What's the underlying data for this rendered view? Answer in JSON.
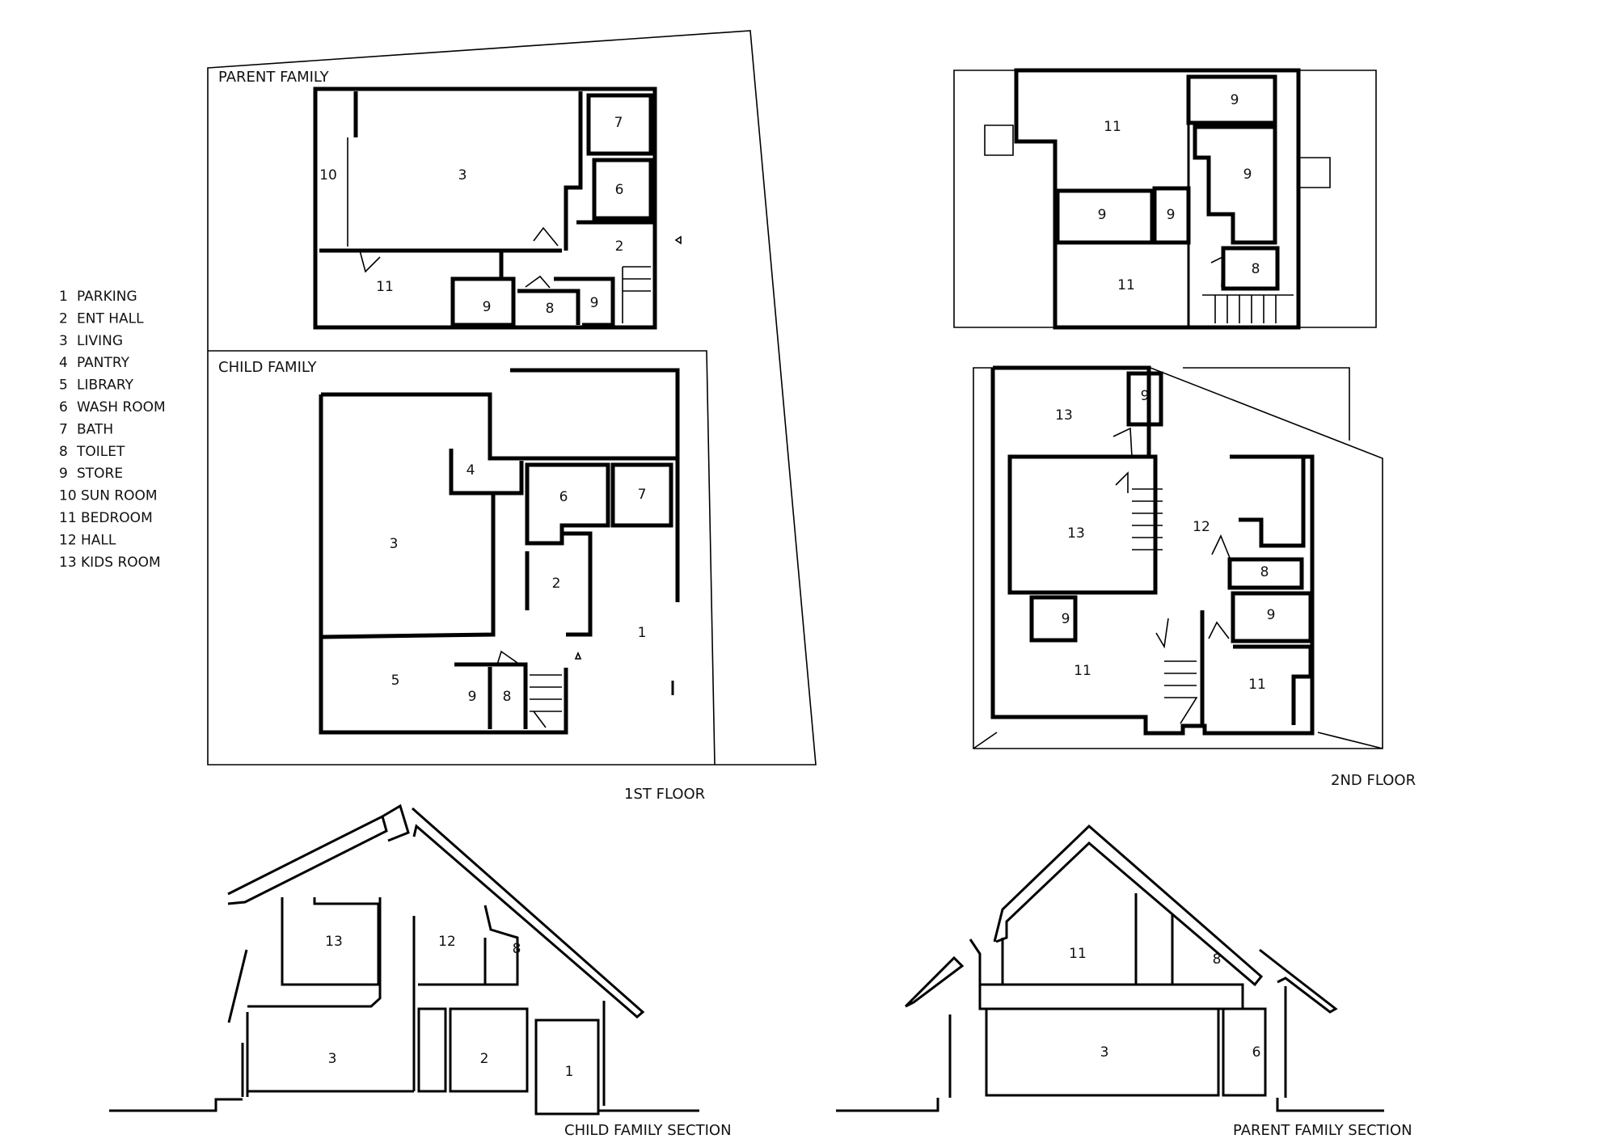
{
  "legend": [
    {
      "num": "1",
      "name": "PARKING"
    },
    {
      "num": "2",
      "name": "ENT HALL"
    },
    {
      "num": "3",
      "name": "LIVING"
    },
    {
      "num": "4",
      "name": "PANTRY"
    },
    {
      "num": "5",
      "name": "LIBRARY"
    },
    {
      "num": "6",
      "name": "WASH ROOM"
    },
    {
      "num": "7",
      "name": "BATH"
    },
    {
      "num": "8",
      "name": "TOILET"
    },
    {
      "num": "9",
      "name": "STORE"
    },
    {
      "num": "10",
      "name": "SUN ROOM"
    },
    {
      "num": "11",
      "name": "BEDROOM"
    },
    {
      "num": "12",
      "name": "HALL"
    },
    {
      "num": "13",
      "name": "KIDS ROOM"
    }
  ],
  "first_floor": {
    "title": "1ST FLOOR",
    "parent_family": {
      "label": "PARENT FAMILY",
      "rooms": [
        "10",
        "3",
        "7",
        "6",
        "2",
        "11",
        "9",
        "8",
        "9"
      ]
    },
    "child_family": {
      "label": "CHILD FAMILY",
      "rooms": [
        "4",
        "6",
        "7",
        "3",
        "2",
        "1",
        "5",
        "9",
        "8"
      ]
    }
  },
  "second_floor": {
    "title": "2ND FLOOR",
    "parent_plan_rooms": [
      "11",
      "9",
      "9",
      "9",
      "9",
      "8",
      "11"
    ],
    "child_plan_rooms": [
      "13",
      "9",
      "13",
      "12",
      "8",
      "9",
      "9",
      "11",
      "11"
    ]
  },
  "sections": {
    "child": {
      "title": "CHILD FAMILY SECTION",
      "rooms": [
        "13",
        "12",
        "8",
        "3",
        "2",
        "1"
      ]
    },
    "parent": {
      "title": "PARENT FAMILY SECTION",
      "rooms": [
        "11",
        "8",
        "3",
        "6"
      ]
    }
  }
}
